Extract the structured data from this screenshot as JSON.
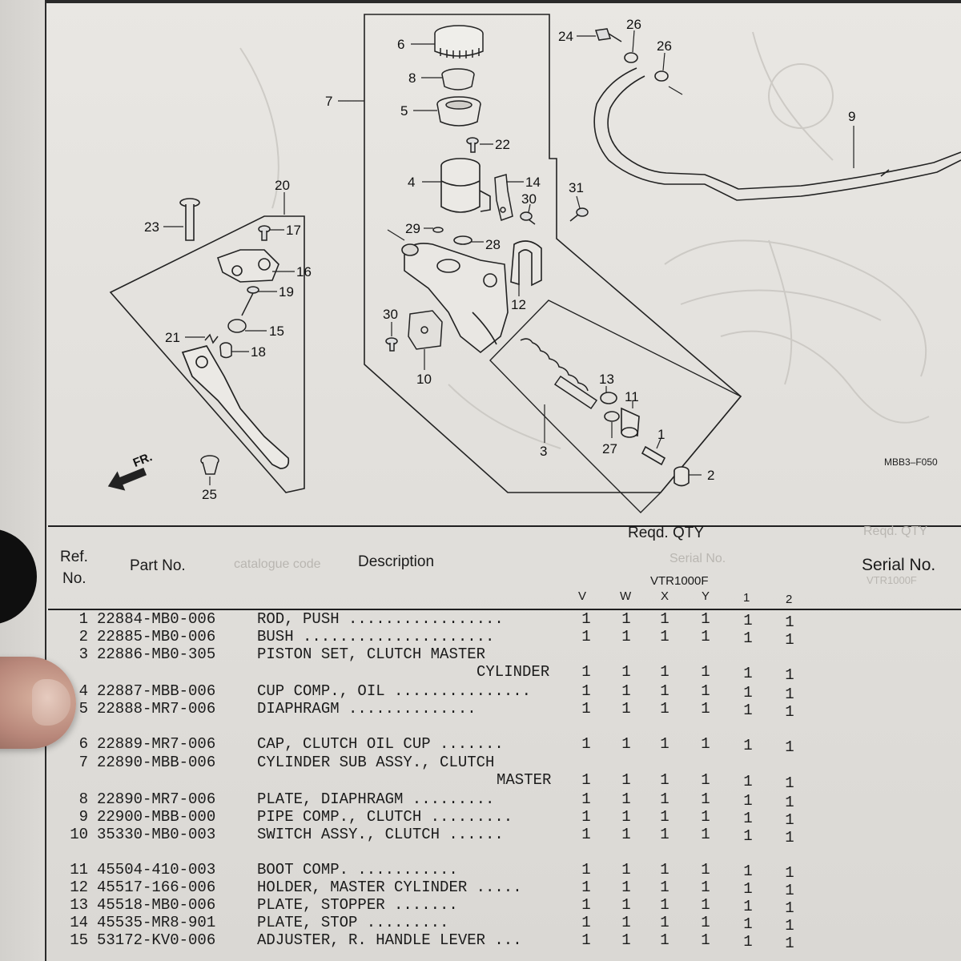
{
  "diagram": {
    "callouts": [
      "1",
      "2",
      "3",
      "4",
      "5",
      "6",
      "7",
      "8",
      "9",
      "10",
      "11",
      "12",
      "13",
      "14",
      "15",
      "16",
      "17",
      "18",
      "19",
      "20",
      "21",
      "22",
      "23",
      "24",
      "25",
      "26",
      "26",
      "27",
      "28",
      "29",
      "30",
      "30",
      "31"
    ],
    "direction_label": "FR.",
    "drawing_code": "MBB3–F050"
  },
  "table": {
    "headers": {
      "ref_no_line1": "Ref.",
      "ref_no_line2": "No.",
      "part_no": "Part No.",
      "description": "Description",
      "reqd_qty": "Reqd. QTY",
      "serial_no": "Serial No.",
      "model": "VTR1000F",
      "columns": [
        "V",
        "W",
        "X",
        "Y",
        "1",
        "2"
      ]
    },
    "ghost_text": {
      "catalogue_code": "catalogue code",
      "ghost_qty": "Reqd. QTY",
      "ghost_serial": "Serial No.",
      "ghost_model": "VTR1000F"
    },
    "rows": [
      {
        "ref": "1",
        "part": "22884-MB0-006",
        "desc": "ROD, PUSH",
        "qty": [
          "1",
          "1",
          "1",
          "1",
          "1",
          "1"
        ]
      },
      {
        "ref": "2",
        "part": "22885-MB0-006",
        "desc": "BUSH",
        "qty": [
          "1",
          "1",
          "1",
          "1",
          "1",
          "1"
        ]
      },
      {
        "ref": "3",
        "part": "22886-MB0-305",
        "desc": "PISTON SET, CLUTCH MASTER",
        "desc2": "CYLINDER",
        "qty": [
          "1",
          "1",
          "1",
          "1",
          "1",
          "1"
        ]
      },
      {
        "ref": "4",
        "part": "22887-MBB-006",
        "desc": "CUP COMP., OIL",
        "qty": [
          "1",
          "1",
          "1",
          "1",
          "1",
          "1"
        ]
      },
      {
        "ref": "5",
        "part": "22888-MR7-006",
        "desc": "DIAPHRAGM",
        "qty": [
          "1",
          "1",
          "1",
          "1",
          "1",
          "1"
        ]
      },
      {
        "ref": "6",
        "part": "22889-MR7-006",
        "desc": "CAP, CLUTCH OIL CUP",
        "qty": [
          "1",
          "1",
          "1",
          "1",
          "1",
          "1"
        ]
      },
      {
        "ref": "7",
        "part": "22890-MBB-006",
        "desc": "CYLINDER SUB ASSY., CLUTCH",
        "desc2": "MASTER",
        "qty": [
          "1",
          "1",
          "1",
          "1",
          "1",
          "1"
        ]
      },
      {
        "ref": "8",
        "part": "22890-MR7-006",
        "desc": "PLATE, DIAPHRAGM",
        "qty": [
          "1",
          "1",
          "1",
          "1",
          "1",
          "1"
        ]
      },
      {
        "ref": "9",
        "part": "22900-MBB-000",
        "desc": "PIPE COMP., CLUTCH",
        "qty": [
          "1",
          "1",
          "1",
          "1",
          "1",
          "1"
        ]
      },
      {
        "ref": "10",
        "part": "35330-MB0-003",
        "desc": "SWITCH ASSY., CLUTCH",
        "qty": [
          "1",
          "1",
          "1",
          "1",
          "1",
          "1"
        ]
      },
      {
        "ref": "11",
        "part": "45504-410-003",
        "desc": "BOOT COMP.",
        "qty": [
          "1",
          "1",
          "1",
          "1",
          "1",
          "1"
        ]
      },
      {
        "ref": "12",
        "part": "45517-166-006",
        "desc": "HOLDER, MASTER CYLINDER",
        "qty": [
          "1",
          "1",
          "1",
          "1",
          "1",
          "1"
        ]
      },
      {
        "ref": "13",
        "part": "45518-MB0-006",
        "desc": "PLATE, STOPPER",
        "qty": [
          "1",
          "1",
          "1",
          "1",
          "1",
          "1"
        ]
      },
      {
        "ref": "14",
        "part": "45535-MR8-901",
        "desc": "PLATE, STOP",
        "qty": [
          "1",
          "1",
          "1",
          "1",
          "1",
          "1"
        ]
      },
      {
        "ref": "15",
        "part": "53172-KV0-006",
        "desc": "ADJUSTER, R. HANDLE LEVER",
        "qty": [
          "1",
          "1",
          "1",
          "1",
          "1",
          "1"
        ]
      }
    ]
  }
}
